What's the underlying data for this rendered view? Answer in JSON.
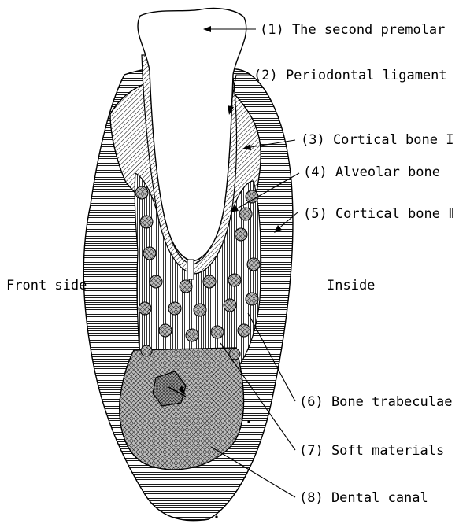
{
  "labels": {
    "premolar": "(1) The second premolar",
    "pdl": "(2) Periodontal ligament",
    "cortical1": "(3) Cortical bone I",
    "alveolar": "(4) Alveolar bone",
    "cortical2": "(5) Cortical bone Ⅱ",
    "trabeculae": "(6) Bone trabeculae",
    "soft": "(7) Soft materials",
    "canal": "(8) Dental canal",
    "front": "Front side",
    "inside": "Inside"
  },
  "colors": {
    "ink": "#000000",
    "paper": "#ffffff"
  }
}
